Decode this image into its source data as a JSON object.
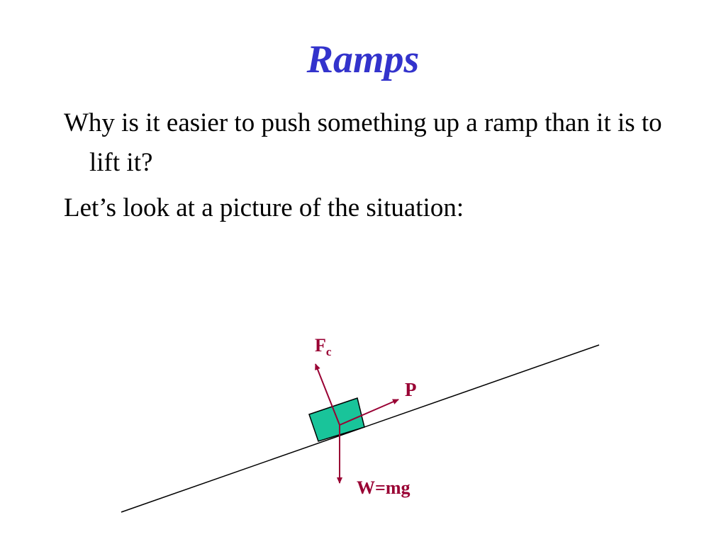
{
  "slide": {
    "title": "Ramps",
    "bullets": [
      "Why is it easier to push something up a ramp than it is to lift it?",
      "Let’s look at a picture of the situation:"
    ]
  },
  "diagram": {
    "labels": {
      "normal_force_main": "F",
      "normal_force_sub": "c",
      "push_force": "P",
      "weight": "W=mg"
    }
  },
  "colors": {
    "title": "#3333cc",
    "text": "#000000",
    "force_vectors": "#990033",
    "block_fill": "#19c49a",
    "ramp_line": "#000000"
  }
}
